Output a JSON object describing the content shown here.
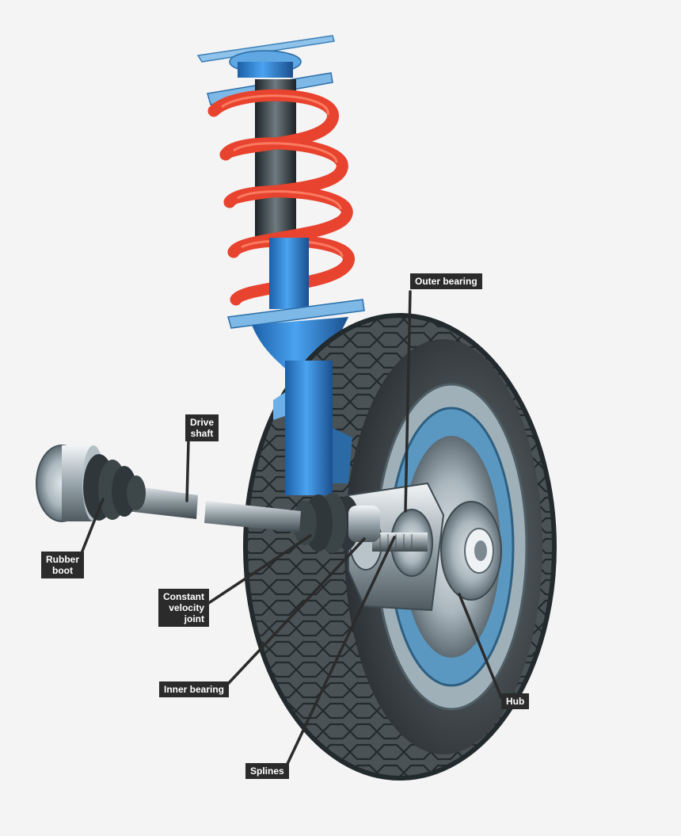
{
  "labels": {
    "outer_bearing": "Outer bearing",
    "drive_shaft": "Drive\nshaft",
    "rubber_boot": "Rubber\nboot",
    "constant_velocity_joint": "Constant\nvelocity\njoint",
    "inner_bearing": "Inner bearing",
    "splines": "Splines",
    "hub": "Hub"
  },
  "colors": {
    "background": "#f4f4f5",
    "label_bg": "#2b2b2b",
    "label_text": "#ffffff",
    "spring": "#e8432e",
    "strut": "#2f86d6",
    "tyre": "#3e4448",
    "metal": "#c9d2d8"
  }
}
